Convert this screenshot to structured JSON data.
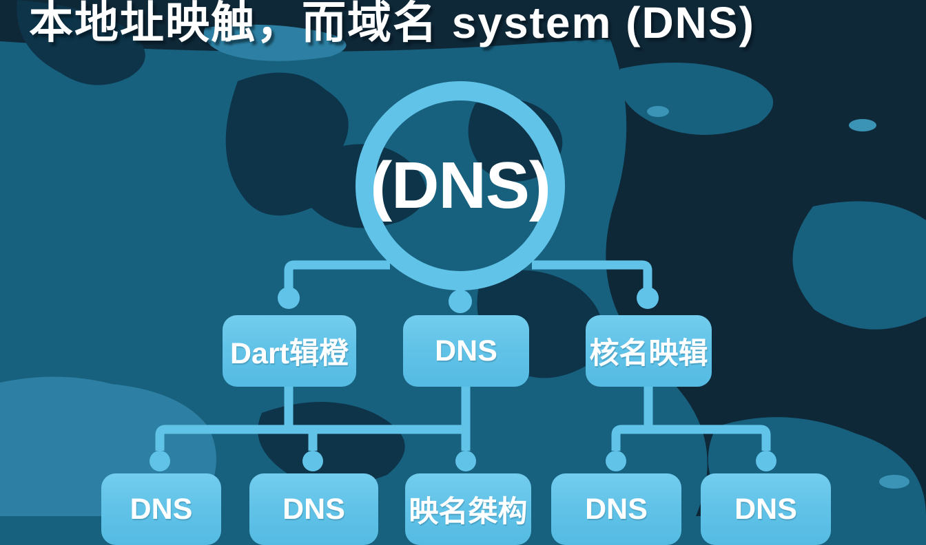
{
  "title": "本地址映触，而域名 system (DNS)",
  "diagram": {
    "root_label": "(DNS)",
    "level2": [
      "Dart辑橙",
      "DNS",
      "核名映辑"
    ],
    "level3": [
      "DNS",
      "DNS",
      "映名桀构",
      "DNS",
      "DNS"
    ]
  },
  "colors": {
    "accent": "#62c3e8",
    "map_base": "#17617f",
    "map_dark": "#0d3449",
    "map_darker": "#0f2838",
    "map_light": "#2d80a3",
    "text": "#ffffff"
  }
}
